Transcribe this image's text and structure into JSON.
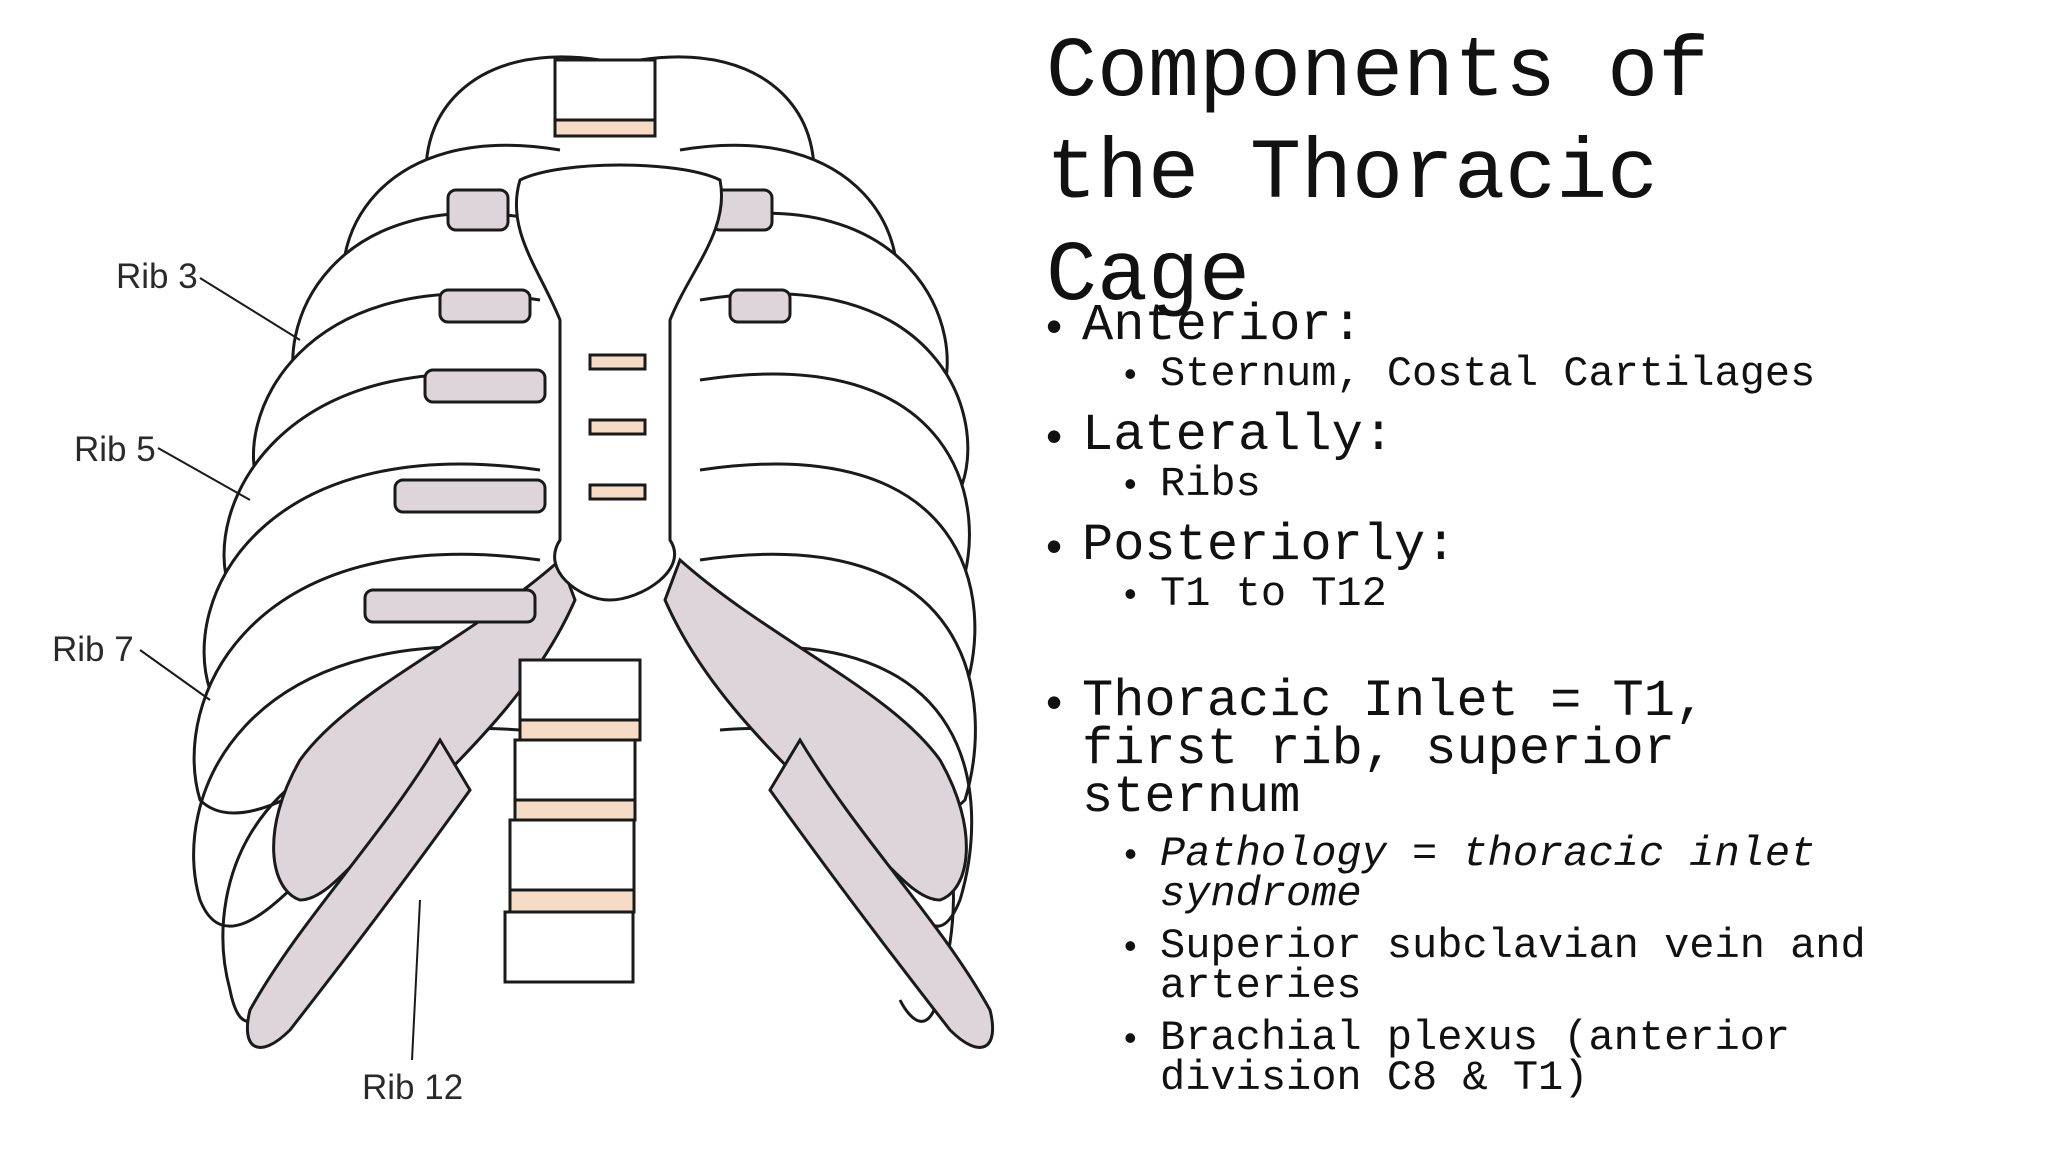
{
  "figure": {
    "labels": {
      "rib3": "Rib 3",
      "rib5": "Rib 5",
      "rib7": "Rib 7",
      "rib12": "Rib 12"
    },
    "colors": {
      "cartilage": "#ddd5d9",
      "disc": "#f6dcc4",
      "line": "#1a1a1a"
    }
  },
  "title": "Components of the Thoracic Cage",
  "bullets": {
    "anterior": {
      "label": "Anterior:",
      "items": [
        "Sternum, Costal Cartilages"
      ]
    },
    "laterally": {
      "label": "Laterally:",
      "items": [
        "Ribs"
      ]
    },
    "posteriorly": {
      "label": "Posteriorly:",
      "items": [
        "T1 to T12"
      ]
    },
    "inlet": {
      "label": "Thoracic Inlet = T1, first rib, superior sternum",
      "items": [
        "Pathology = thoracic inlet syndrome",
        "Superior subclavian vein and arteries",
        "Brachial plexus (anterior division C8 & T1)"
      ]
    }
  }
}
